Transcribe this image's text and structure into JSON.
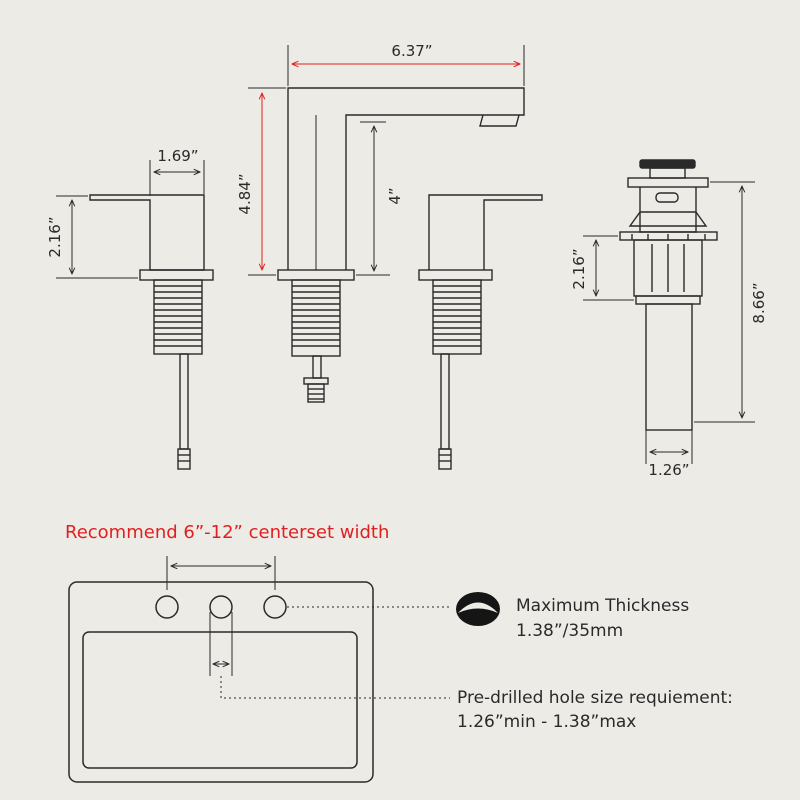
{
  "colors": {
    "background": "#ecebe6",
    "line": "#2a2a2a",
    "dimension_accent": "#e02020",
    "headline": "#e02020"
  },
  "dimensions": {
    "spout_reach": "6.37”",
    "spout_height": "4.84”",
    "spout_clearance": "4”",
    "handle_width": "1.69”",
    "handle_height": "2.16”",
    "drain_flange_height": "2.16”",
    "drain_total_height": "8.66”",
    "drain_body_width": "1.26”"
  },
  "sink": {
    "recommendation": "Recommend 6”-12” centerset width",
    "thickness_title": "Maximum Thickness",
    "thickness_value": "1.38”/35mm",
    "hole_title": "Pre-drilled hole size requiement:",
    "hole_value": "1.26”min - 1.38”max"
  }
}
